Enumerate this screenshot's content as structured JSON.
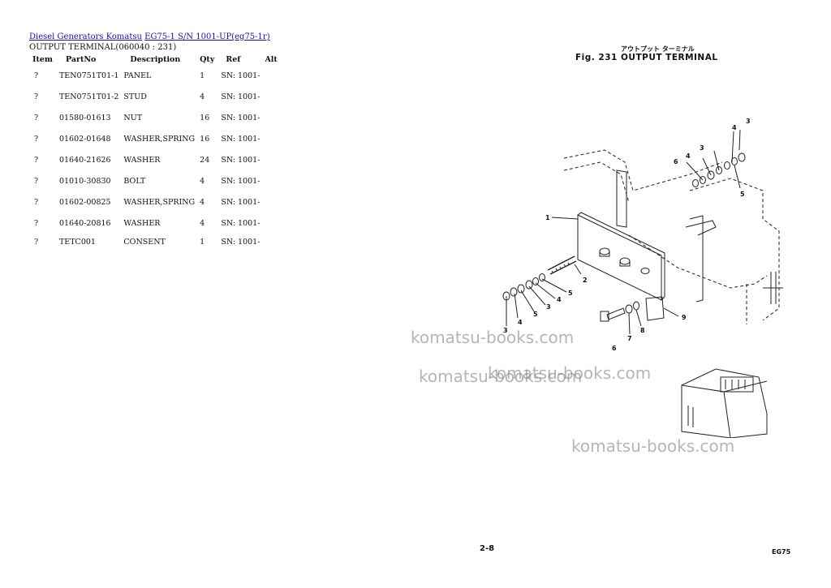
{
  "breadcrumb": {
    "link1": "Diesel Generators Komatsu",
    "link2": "EG75-1 S/N 1001-UP(eg75-1r)"
  },
  "subtitle": "OUTPUT TERMINAL(060040 : 231)",
  "table": {
    "headers": [
      "Item",
      "PartNo",
      "Description",
      "Qty",
      "Ref",
      "Alt"
    ],
    "rows": [
      {
        "item": "?",
        "partno": "TEN0751T01-1",
        "desc": "PANEL",
        "qty": "1",
        "ref": "SN: 1001-"
      },
      {
        "item": "?",
        "partno": "TEN0751T01-2",
        "desc": "STUD",
        "qty": "4",
        "ref": "SN: 1001-"
      },
      {
        "item": "?",
        "partno": "01580-01613",
        "desc": "NUT",
        "qty": "16",
        "ref": "SN: 1001-"
      },
      {
        "item": "?",
        "partno": "01602-01648",
        "desc": "WASHER,SPRING",
        "qty": "16",
        "ref": "SN: 1001-"
      },
      {
        "item": "?",
        "partno": "01640-21626",
        "desc": "WASHER",
        "qty": "24",
        "ref": "SN: 1001-"
      },
      {
        "item": "?",
        "partno": "01010-30830",
        "desc": "BOLT",
        "qty": "4",
        "ref": "SN: 1001-"
      },
      {
        "item": "?",
        "partno": "01602-00825",
        "desc": "WASHER,SPRING",
        "qty": "4",
        "ref": "SN: 1001-"
      },
      {
        "item": "?",
        "partno": "01640-20816",
        "desc": "WASHER",
        "qty": "4",
        "ref": "SN: 1001-"
      },
      {
        "item": "?",
        "partno": "TETC001",
        "desc": "CONSENT",
        "qty": "1",
        "ref": "SN: 1001-"
      }
    ]
  },
  "figure": {
    "jp_title": "アウトプット ターミナル",
    "title": "Fig. 231   OUTPUT TERMINAL",
    "callouts": [
      "1",
      "2",
      "3",
      "4",
      "5",
      "6",
      "7",
      "8",
      "9"
    ]
  },
  "page_number": "2-8",
  "model_code": "EG75",
  "watermarks": [
    "komatsu-books.com",
    "komatsu-books.com",
    "komatsu-books.com",
    "komatsu-books.com"
  ]
}
